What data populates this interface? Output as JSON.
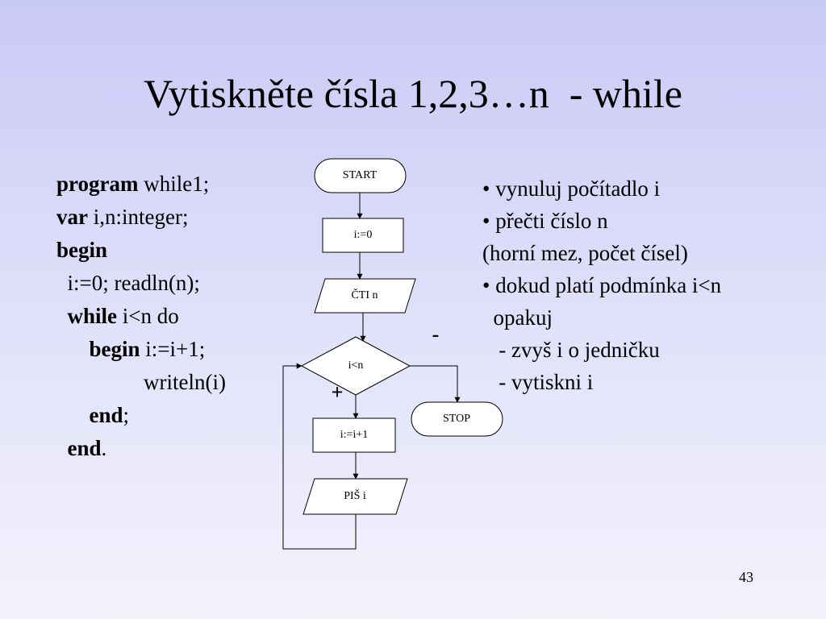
{
  "slide": {
    "title": "Vytiskněte čísla 1,2,3…n  - while",
    "page_number": "43"
  },
  "code": {
    "line1_kw": "program",
    "line1_rest": " while1;",
    "line2_kw": "var",
    "line2_rest": " i,n:integer;",
    "line3_kw": "begin",
    "line4": "  i:=0; readln(n);",
    "line5_indent": "  ",
    "line5_kw": "while",
    "line5_rest": " i<n do",
    "line6_indent": "      ",
    "line6_kw": "begin",
    "line6_rest": " i:=i+1;",
    "line7": "                writeln(i)",
    "line8_indent": "      ",
    "line8_kw": "end",
    "line8_rest": ";",
    "line9_indent": "  ",
    "line9_kw": "end",
    "line9_rest": "."
  },
  "bullets": {
    "b1": "• vynuluj počítadlo i",
    "b2": "• přečti číslo n",
    "b3": "(horní mez, počet čísel)",
    "b4": "• dokud platí podmínka i<n",
    "b5": "  opakuj",
    "b6": "   - zvyš i o jedničku",
    "b7": "   - vytiskni i"
  },
  "flowchart": {
    "start": "START",
    "init": "i:=0",
    "read": "ČTI n",
    "condition": "i<n",
    "increment": "i:=i+1",
    "print": "PIŠ i",
    "stop": "STOP",
    "true_mark": "+",
    "false_mark": "-"
  }
}
